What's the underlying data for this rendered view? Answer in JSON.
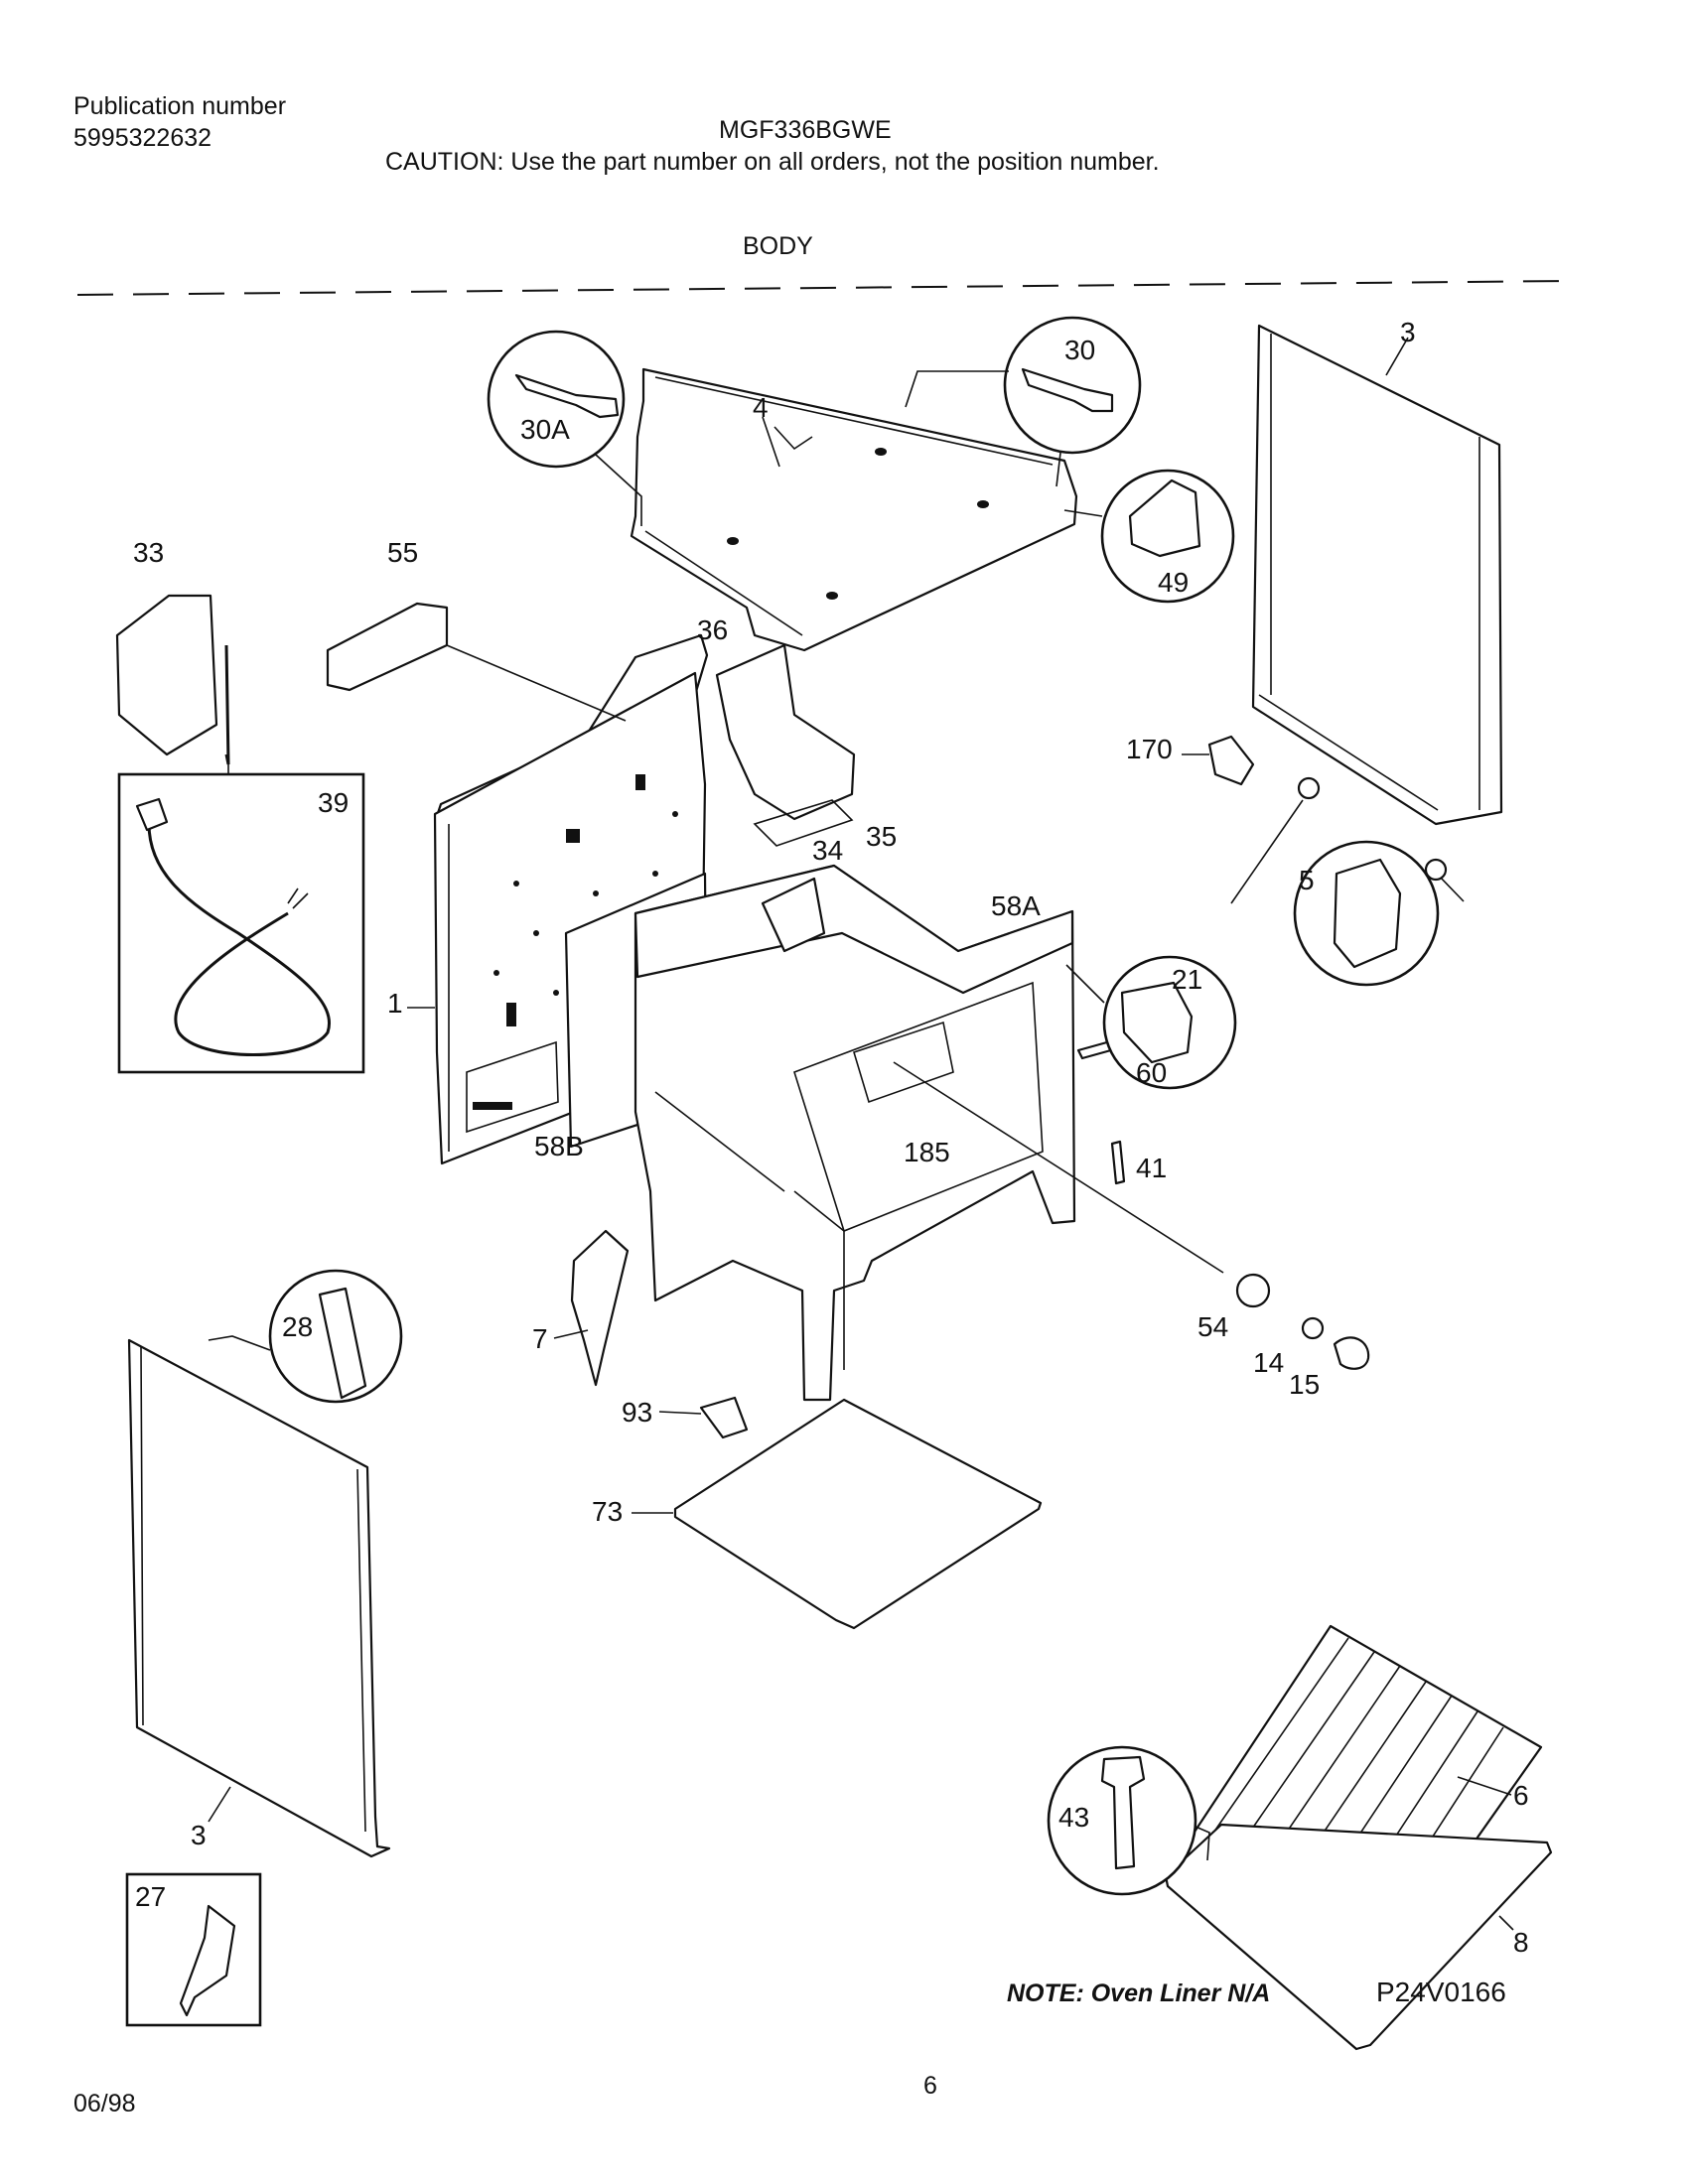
{
  "header": {
    "publication_label": "Publication number",
    "publication_number": "5995322632",
    "model": "MGF336BGWE",
    "caution": "CAUTION:  Use the part number on all orders, not the position number.",
    "section": "BODY"
  },
  "labels": {
    "p1": "1",
    "p3_top": "3",
    "p3_bottom": "3",
    "p4": "4",
    "p5": "5",
    "p6": "6",
    "p7": "7",
    "p8": "8",
    "p14": "14",
    "p15": "15",
    "p21": "21",
    "p27": "27",
    "p28": "28",
    "p30": "30",
    "p30A": "30A",
    "p33": "33",
    "p34": "34",
    "p35": "35",
    "p36": "36",
    "p39": "39",
    "p41": "41",
    "p43": "43",
    "p49": "49",
    "p54": "54",
    "p55": "55",
    "p58A": "58A",
    "p58B": "58B",
    "p60": "60",
    "p73": "73",
    "p93": "93",
    "p170": "170",
    "p185": "185"
  },
  "footer": {
    "note": "NOTE: Oven Liner N/A",
    "diagram_code": "P24V0166",
    "date": "06/98",
    "page_number": "6"
  }
}
